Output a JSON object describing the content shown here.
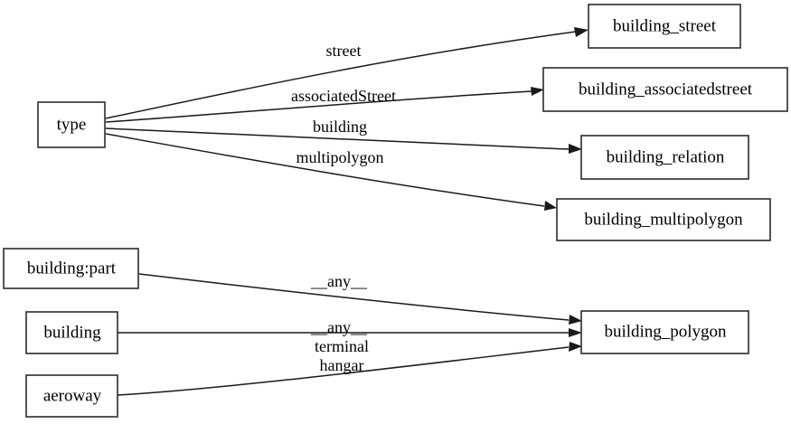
{
  "diagram": {
    "type": "directed-graph",
    "background_color": "#ffffff",
    "node_border_color": "#2b2b2b",
    "node_fill_color": "#ffffff",
    "edge_color": "#1a1a1a",
    "text_color": "#000000",
    "nodes": [
      {
        "id": "type",
        "label": "type"
      },
      {
        "id": "building_street",
        "label": "building_street"
      },
      {
        "id": "building_associatedstreet",
        "label": "building_associatedstreet"
      },
      {
        "id": "building_relation",
        "label": "building_relation"
      },
      {
        "id": "building_multipolygon",
        "label": "building_multipolygon"
      },
      {
        "id": "building_part",
        "label": "building:part"
      },
      {
        "id": "building",
        "label": "building"
      },
      {
        "id": "aeroway",
        "label": "aeroway"
      },
      {
        "id": "building_polygon",
        "label": "building_polygon"
      }
    ],
    "edges": [
      {
        "from": "type",
        "to": "building_street",
        "label": "street"
      },
      {
        "from": "type",
        "to": "building_associatedstreet",
        "label": "associatedStreet"
      },
      {
        "from": "type",
        "to": "building_relation",
        "label": "building"
      },
      {
        "from": "type",
        "to": "building_multipolygon",
        "label": "multipolygon"
      },
      {
        "from": "building_part",
        "to": "building_polygon",
        "label": "__any__"
      },
      {
        "from": "building",
        "to": "building_polygon",
        "label": "__any__"
      },
      {
        "from": "aeroway",
        "to": "building_polygon",
        "label": "terminal\nhangar"
      }
    ],
    "edge_labels": {
      "street": "street",
      "associated_street": "associatedStreet",
      "building": "building",
      "multipolygon": "multipolygon",
      "any_part": "__any__",
      "any_building": "__any__",
      "terminal": "terminal",
      "hangar": "hangar"
    }
  }
}
